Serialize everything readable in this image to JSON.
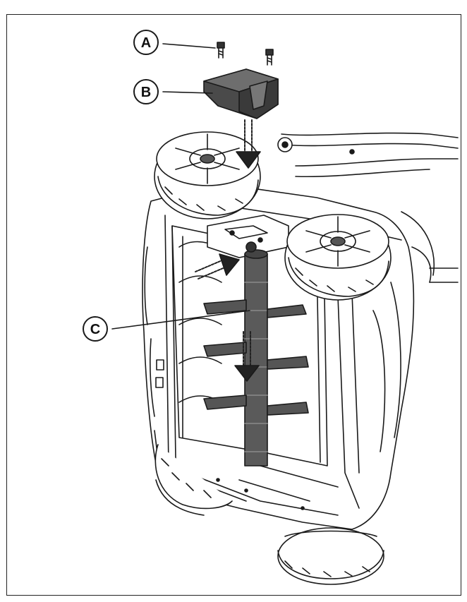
{
  "diagram": {
    "callouts": [
      {
        "id": "A",
        "label": "A",
        "part": "screw-pair"
      },
      {
        "id": "B",
        "label": "B",
        "part": "cover-cap"
      },
      {
        "id": "C",
        "label": "C",
        "part": "blade-shaft"
      }
    ],
    "colors": {
      "line": "#1a1a1a",
      "part_dark": "#4a4a4a",
      "part_mid": "#6e6e6e",
      "highlight": "#2f2f2f",
      "body_fill": "#ffffff"
    }
  }
}
